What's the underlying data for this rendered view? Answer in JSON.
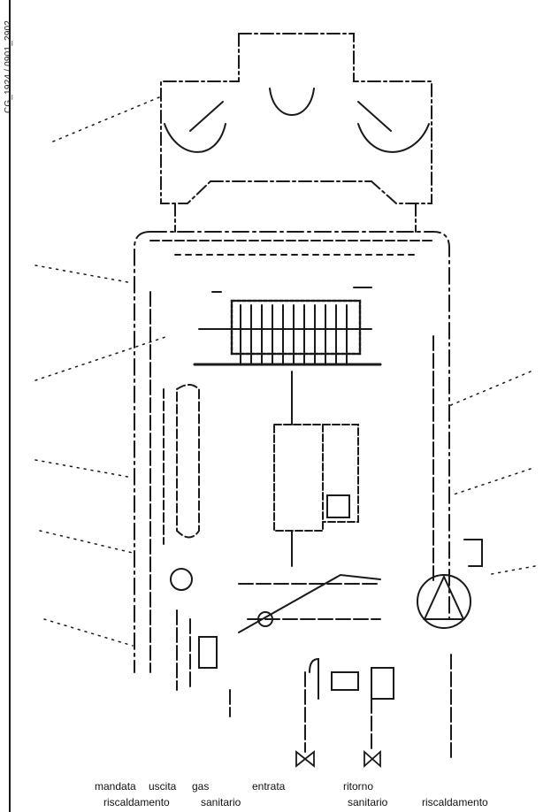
{
  "document_code": "CG_1924 / 0901_2902",
  "labels": {
    "mandata": "mandata",
    "uscita": "uscita",
    "gas": "gas",
    "entrata": "entrata",
    "ritorno": "ritorno",
    "riscaldamento_left": "riscaldamento",
    "sanitario_left": "sanitario",
    "sanitario_right": "sanitario",
    "riscaldamento_right": "riscaldamento"
  },
  "colors": {
    "line": "#1a1a1a",
    "background": "#ffffff"
  }
}
